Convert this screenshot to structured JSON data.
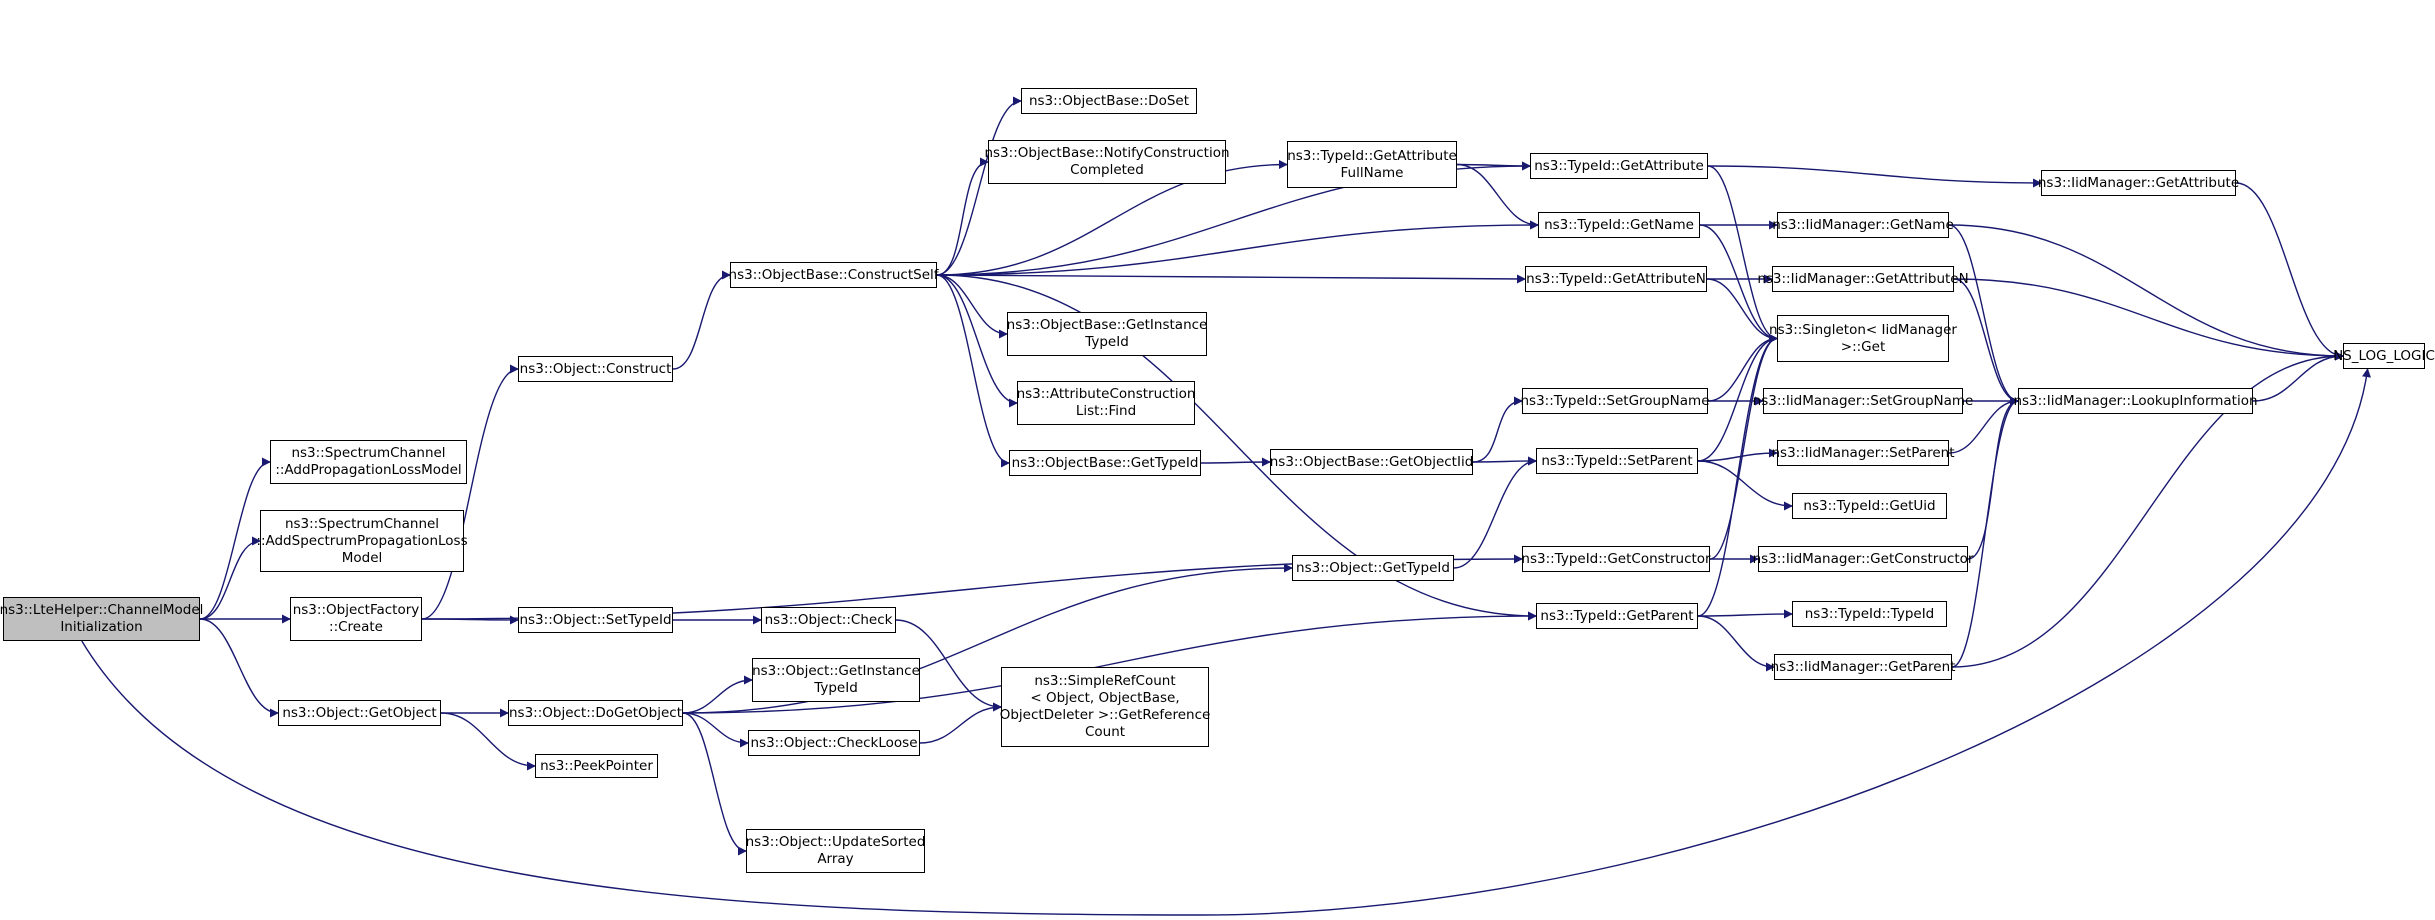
{
  "nodes": [
    {
      "id": "root",
      "lines": [
        "ns3::LteHelper::ChannelModel",
        "Initialization"
      ],
      "root": true
    },
    {
      "id": "addprop",
      "lines": [
        "ns3::SpectrumChannel",
        "::AddPropagationLossModel"
      ]
    },
    {
      "id": "addspec",
      "lines": [
        "ns3::SpectrumChannel",
        "::AddSpectrumPropagationLoss",
        "Model"
      ]
    },
    {
      "id": "ofcreate",
      "lines": [
        "ns3::ObjectFactory",
        "::Create"
      ]
    },
    {
      "id": "getobject",
      "lines": [
        "ns3::Object::GetObject"
      ]
    },
    {
      "id": "construct",
      "lines": [
        "ns3::Object::Construct"
      ]
    },
    {
      "id": "settypeid",
      "lines": [
        "ns3::Object::SetTypeId"
      ]
    },
    {
      "id": "dogetobject",
      "lines": [
        "ns3::Object::DoGetObject"
      ]
    },
    {
      "id": "peekpointer",
      "lines": [
        "ns3::PeekPointer"
      ]
    },
    {
      "id": "constructself",
      "lines": [
        "ns3::ObjectBase::ConstructSelf"
      ]
    },
    {
      "id": "check",
      "lines": [
        "ns3::Object::Check"
      ]
    },
    {
      "id": "objgetinst",
      "lines": [
        "ns3::Object::GetInstance",
        "TypeId"
      ]
    },
    {
      "id": "checkloose",
      "lines": [
        "ns3::Object::CheckLoose"
      ]
    },
    {
      "id": "updatesorted",
      "lines": [
        "ns3::Object::UpdateSorted",
        "Array"
      ]
    },
    {
      "id": "doset",
      "lines": [
        "ns3::ObjectBase::DoSet"
      ]
    },
    {
      "id": "notify",
      "lines": [
        "ns3::ObjectBase::NotifyConstruction",
        "Completed"
      ]
    },
    {
      "id": "obgetinst",
      "lines": [
        "ns3::ObjectBase::GetInstance",
        "TypeId"
      ]
    },
    {
      "id": "acfind",
      "lines": [
        "ns3::AttributeConstruction",
        "List::Find"
      ]
    },
    {
      "id": "obgettypeid",
      "lines": [
        "ns3::ObjectBase::GetTypeId"
      ]
    },
    {
      "id": "simpleref",
      "lines": [
        "ns3::SimpleRefCount",
        "< Object, ObjectBase,",
        "ObjectDeleter >::GetReference",
        "Count"
      ]
    },
    {
      "id": "getattrfull",
      "lines": [
        "ns3::TypeId::GetAttribute",
        "FullName"
      ]
    },
    {
      "id": "obgetobjtid",
      "lines": [
        "ns3::ObjectBase::GetObjectIid"
      ]
    },
    {
      "id": "objgettypeid",
      "lines": [
        "ns3::Object::GetTypeId"
      ]
    },
    {
      "id": "tgetattr",
      "lines": [
        "ns3::TypeId::GetAttribute"
      ]
    },
    {
      "id": "tgetname",
      "lines": [
        "ns3::TypeId::GetName"
      ]
    },
    {
      "id": "tgetattrn",
      "lines": [
        "ns3::TypeId::GetAttributeN"
      ]
    },
    {
      "id": "tsetgroup",
      "lines": [
        "ns3::TypeId::SetGroupName"
      ]
    },
    {
      "id": "tsetparent",
      "lines": [
        "ns3::TypeId::SetParent"
      ]
    },
    {
      "id": "tgetctor",
      "lines": [
        "ns3::TypeId::GetConstructor"
      ]
    },
    {
      "id": "tgetparent",
      "lines": [
        "ns3::TypeId::GetParent"
      ]
    },
    {
      "id": "singleton",
      "lines": [
        "ns3::Singleton< IidManager",
        ">::Get"
      ]
    },
    {
      "id": "tgetuid",
      "lines": [
        "ns3::TypeId::GetUid"
      ]
    },
    {
      "id": "ttypeid",
      "lines": [
        "ns3::TypeId::TypeId"
      ]
    },
    {
      "id": "igetname",
      "lines": [
        "ns3::IidManager::GetName"
      ]
    },
    {
      "id": "igetattrn",
      "lines": [
        "ns3::IidManager::GetAttributeN"
      ]
    },
    {
      "id": "isetgroup",
      "lines": [
        "ns3::IidManager::SetGroupName"
      ]
    },
    {
      "id": "isetparent",
      "lines": [
        "ns3::IidManager::SetParent"
      ]
    },
    {
      "id": "igetctor",
      "lines": [
        "ns3::IidManager::GetConstructor"
      ]
    },
    {
      "id": "igetparent",
      "lines": [
        "ns3::IidManager::GetParent"
      ]
    },
    {
      "id": "igetattr",
      "lines": [
        "ns3::IidManager::GetAttribute"
      ]
    },
    {
      "id": "lookup",
      "lines": [
        "ns3::IidManager::LookupInformation"
      ]
    },
    {
      "id": "nslog",
      "lines": [
        "NS_LOG_LOGIC"
      ]
    }
  ],
  "edges": [
    [
      "root",
      "addprop"
    ],
    [
      "root",
      "addspec"
    ],
    [
      "root",
      "ofcreate"
    ],
    [
      "root",
      "getobject"
    ],
    [
      "root",
      "nslog"
    ],
    [
      "ofcreate",
      "construct"
    ],
    [
      "ofcreate",
      "settypeid"
    ],
    [
      "ofcreate",
      "tgetctor"
    ],
    [
      "getobject",
      "dogetobject"
    ],
    [
      "getobject",
      "peekpointer"
    ],
    [
      "construct",
      "constructself"
    ],
    [
      "settypeid",
      "check"
    ],
    [
      "dogetobject",
      "objgetinst"
    ],
    [
      "dogetobject",
      "checkloose"
    ],
    [
      "dogetobject",
      "updatesorted"
    ],
    [
      "dogetobject",
      "objgettypeid"
    ],
    [
      "dogetobject",
      "tgetparent"
    ],
    [
      "check",
      "simpleref"
    ],
    [
      "checkloose",
      "simpleref"
    ],
    [
      "constructself",
      "doset"
    ],
    [
      "constructself",
      "notify"
    ],
    [
      "constructself",
      "obgetinst"
    ],
    [
      "constructself",
      "acfind"
    ],
    [
      "constructself",
      "obgettypeid"
    ],
    [
      "constructself",
      "getattrfull"
    ],
    [
      "constructself",
      "tgetattr"
    ],
    [
      "constructself",
      "tgetname"
    ],
    [
      "constructself",
      "tgetattrn"
    ],
    [
      "constructself",
      "tgetparent"
    ],
    [
      "obgettypeid",
      "obgetobjtid"
    ],
    [
      "getattrfull",
      "tgetattr"
    ],
    [
      "getattrfull",
      "tgetname"
    ],
    [
      "obgetobjtid",
      "tsetgroup"
    ],
    [
      "obgetobjtid",
      "tsetparent"
    ],
    [
      "objgettypeid",
      "tsetparent"
    ],
    [
      "tgetattr",
      "igetattr"
    ],
    [
      "tgetattr",
      "singleton"
    ],
    [
      "tgetname",
      "igetname"
    ],
    [
      "tgetname",
      "singleton"
    ],
    [
      "tgetattrn",
      "igetattrn"
    ],
    [
      "tgetattrn",
      "singleton"
    ],
    [
      "tsetgroup",
      "isetgroup"
    ],
    [
      "tsetgroup",
      "singleton"
    ],
    [
      "tsetparent",
      "isetparent"
    ],
    [
      "tsetparent",
      "tgetuid"
    ],
    [
      "tsetparent",
      "singleton"
    ],
    [
      "tgetctor",
      "igetctor"
    ],
    [
      "tgetctor",
      "singleton"
    ],
    [
      "tgetparent",
      "ttypeid"
    ],
    [
      "tgetparent",
      "igetparent"
    ],
    [
      "tgetparent",
      "singleton"
    ],
    [
      "igetname",
      "lookup"
    ],
    [
      "igetname",
      "nslog"
    ],
    [
      "igetattrn",
      "lookup"
    ],
    [
      "igetattrn",
      "nslog"
    ],
    [
      "isetgroup",
      "lookup"
    ],
    [
      "isetparent",
      "lookup"
    ],
    [
      "igetctor",
      "lookup"
    ],
    [
      "igetparent",
      "lookup"
    ],
    [
      "igetparent",
      "nslog"
    ],
    [
      "igetattr",
      "nslog"
    ],
    [
      "lookup",
      "nslog"
    ]
  ],
  "colors": {
    "edge": "#191970",
    "root_fill": "#bfbfbf",
    "node_border": "#000000"
  }
}
